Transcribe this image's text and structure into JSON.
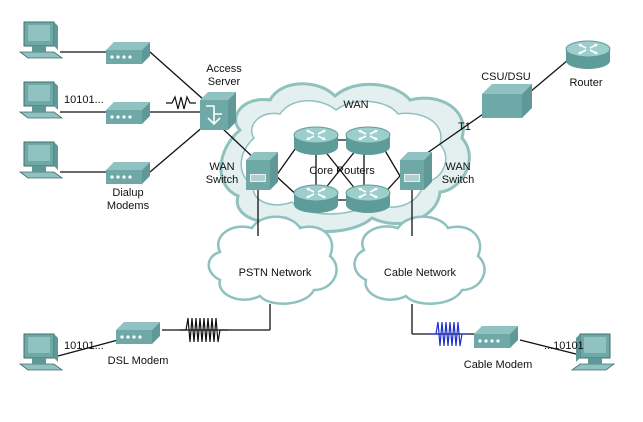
{
  "colors": {
    "device_top": "#8fc2c0",
    "device_side": "#5f9896",
    "device_front": "#6fa9a7",
    "router_body": "#5e9c9a",
    "router_top": "#9ccfcc",
    "cloud_fill": "#ffffff",
    "cloud_stroke": "#8fc1bf",
    "wan_cloud_fill": "#e3f0ef",
    "signal_dsl": "#111111",
    "signal_cable": "#1f2fd0",
    "wire": "#111111"
  },
  "labels": {
    "access_server": [
      "Access",
      "Server"
    ],
    "wan": "WAN",
    "wan_switch_left": [
      "WAN",
      "Switch"
    ],
    "wan_switch_right": [
      "WAN",
      "Switch"
    ],
    "core_routers": "Core Routers",
    "dialup_modems": [
      "Dialup",
      "Modems"
    ],
    "csu_dsu": "CSU/DSU",
    "router": "Router",
    "t1": "T1",
    "pstn_network": "PSTN Network",
    "cable_network": "Cable Network",
    "dsl_modem": "DSL Modem",
    "cable_modem": "Cable Modem",
    "bits_dialup": "10101...",
    "bits_dsl": "10101...",
    "bits_cable": "...10101"
  },
  "icons": {
    "pc": "desktop-computer-icon",
    "modem": "modem-icon",
    "access_server": "access-server-icon",
    "switch": "wan-switch-icon",
    "router": "router-icon",
    "csu_dsu": "csu-dsu-icon",
    "cloud": "cloud-icon"
  }
}
